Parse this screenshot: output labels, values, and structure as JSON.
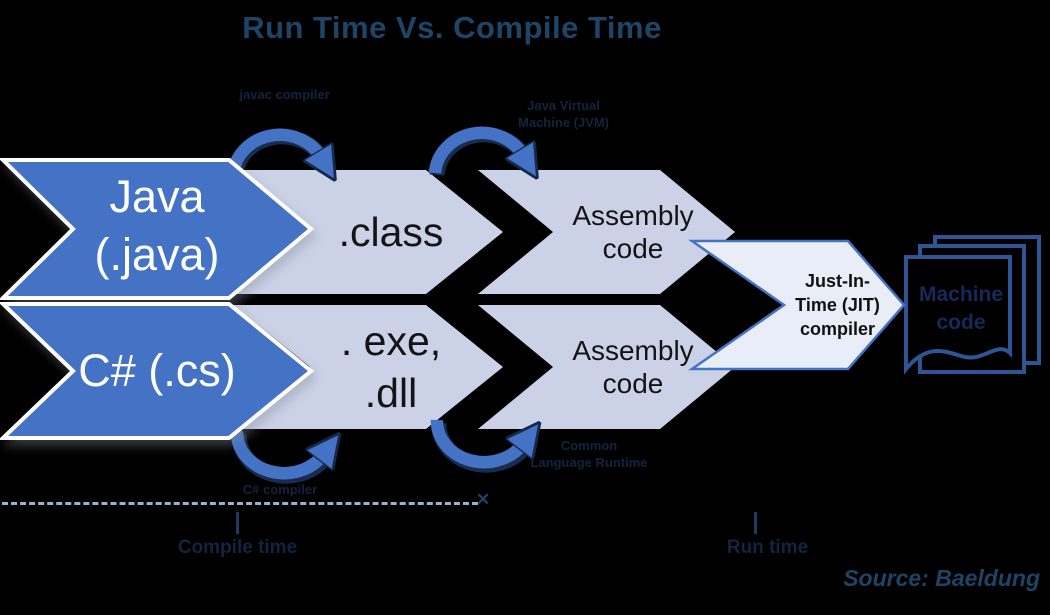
{
  "title": "Run Time Vs. Compile Time",
  "java_flow": {
    "source": {
      "line1": "Java",
      "line2": "(.java)"
    },
    "compiler_label": "javac compiler",
    "intermediate": ".class",
    "runtime_label": {
      "line1": "Java Virtual",
      "line2": "Machine (JVM)"
    },
    "output": {
      "line1": "Assembly",
      "line2": "code"
    }
  },
  "csharp_flow": {
    "source": "C# (.cs)",
    "compiler_label": "C# compiler",
    "intermediate": {
      "line1": ". exe,",
      "line2": ".dll"
    },
    "runtime_label": {
      "line1": "Common",
      "line2": "Language Runtime"
    },
    "output": {
      "line1": "Assembly",
      "line2": "code"
    }
  },
  "jit_compiler": {
    "line1": "Just-In-",
    "line2": "Time (JIT)",
    "line3": "compiler"
  },
  "machine_code": {
    "line1": "Machine",
    "line2": "code"
  },
  "timeline": {
    "compile_label": "Compile time",
    "run_label": "Run time",
    "divider_mark": "✕"
  },
  "source_credit": "Source: Baeldung",
  "colors": {
    "chevron_blue": "#4472C4",
    "chevron_dark": "#2F5597",
    "band_light": "#CBD2E7",
    "jit_fill": "#E9EDF8",
    "title_blue": "#1E4566",
    "background": "#000000"
  }
}
